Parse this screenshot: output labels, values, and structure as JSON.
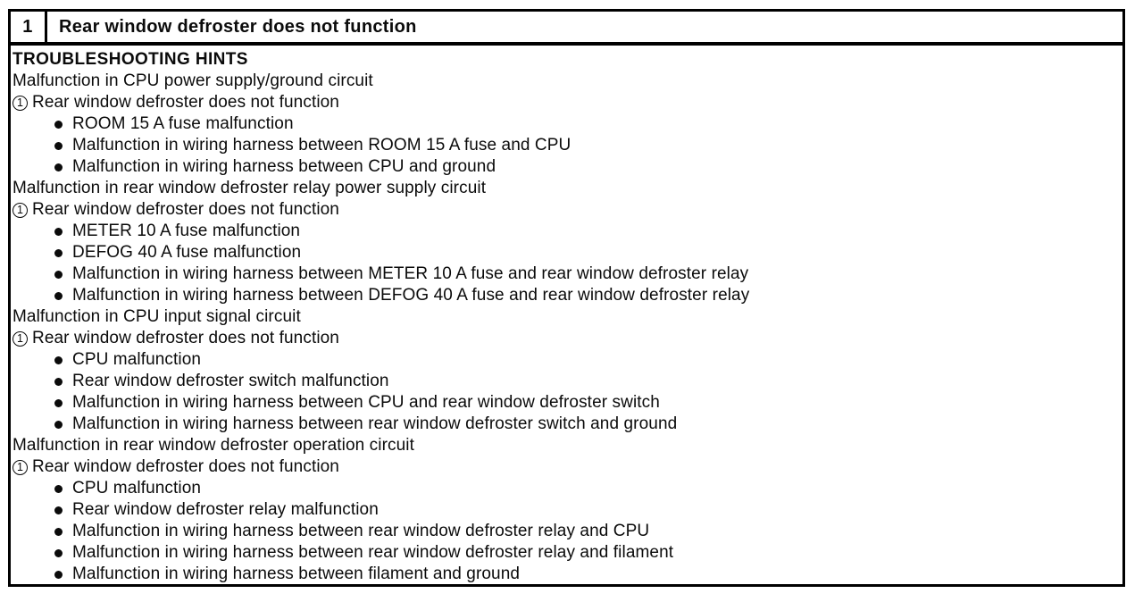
{
  "document": {
    "colors": {
      "ink": "#0b0b0b",
      "paper": "#ffffff"
    },
    "header": {
      "number": "1",
      "title": "Rear window defroster does not function"
    },
    "heading": "TROUBLESHOOTING HINTS",
    "sections": [
      {
        "cause": "Malfunction in CPU power supply/ground circuit",
        "number": "1",
        "symptom": "Rear window defroster does not function",
        "items": [
          "ROOM 15 A fuse malfunction",
          "Malfunction in wiring harness between ROOM 15 A fuse and CPU",
          "Malfunction in wiring harness between CPU and ground"
        ]
      },
      {
        "cause": "Malfunction in rear window defroster relay power supply circuit",
        "number": "1",
        "symptom": "Rear window defroster does not function",
        "items": [
          "METER 10 A fuse malfunction",
          "DEFOG 40 A fuse malfunction",
          "Malfunction in wiring harness between METER 10 A fuse and rear window defroster relay",
          "Malfunction in wiring harness between DEFOG 40 A fuse and rear window defroster relay"
        ]
      },
      {
        "cause": "Malfunction in CPU input signal circuit",
        "number": "1",
        "symptom": "Rear window defroster does not function",
        "items": [
          "CPU malfunction",
          "Rear window defroster switch malfunction",
          "Malfunction in wiring harness between CPU and rear window defroster switch",
          "Malfunction in wiring harness between rear window defroster switch and ground"
        ]
      },
      {
        "cause": "Malfunction in rear window defroster operation circuit",
        "number": "1",
        "symptom": "Rear window defroster does not function",
        "items": [
          "CPU malfunction",
          "Rear window defroster relay malfunction",
          "Malfunction in wiring harness between rear window defroster relay and CPU",
          "Malfunction in wiring harness between rear window defroster relay and filament",
          "Malfunction in wiring harness between filament and ground"
        ]
      }
    ]
  }
}
